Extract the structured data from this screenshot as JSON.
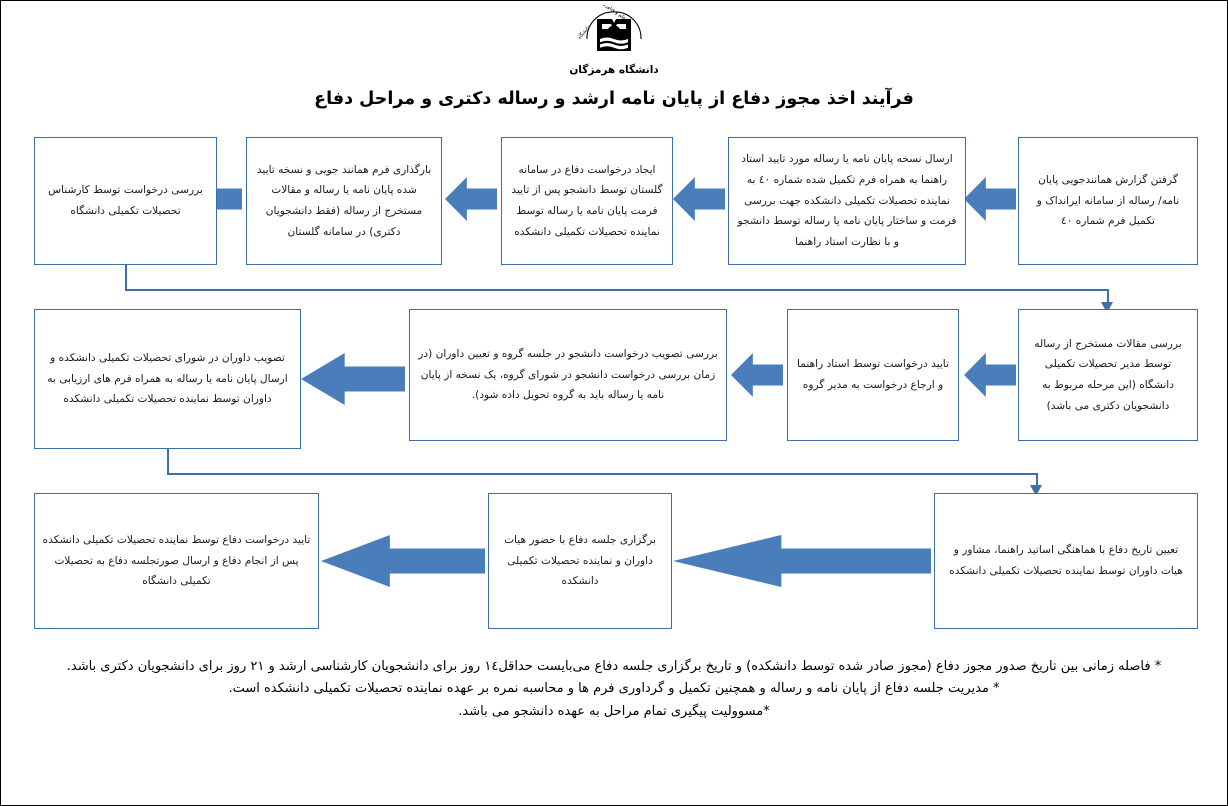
{
  "header": {
    "logo_icon": "university-book-emblem",
    "university_name": "دانشگاه هرمزگان",
    "title": "فرآیند اخذ مجوز دفاع از پایان نامه ارشد و رساله دکتری و مراحل دفاع"
  },
  "colors": {
    "box_border": "#3e6fa8",
    "arrow_fill": "#4a7ebb",
    "connector": "#3e6fa8",
    "text": "#1a1a1a",
    "background": "#ffffff"
  },
  "flow": {
    "rows": [
      {
        "row": 1,
        "steps": [
          {
            "id": "step-1",
            "text": "گرفتن گزارش همانندجویی  پایان نامه/ رساله از سامانه ایرانداک و تکمیل فرم شماره ٤٠"
          },
          {
            "id": "step-2",
            "text": "ارسال نسخه پایان نامه یا رساله مورد تایید استاد راهنما به همراه فرم تکمیل شده شماره ٤٠ به نماینده تحصیلات تکمیلی دانشکده جهت بررسی فرمت و ساختار پایان نامه یا رساله توسط دانشجو و با نظارت استاد راهنما"
          },
          {
            "id": "step-3",
            "text": "ایجاد درخواست دفاع در سامانه گلستان توسط دانشجو پس از تایید فرمت پایان نامه یا رساله توسط نماینده تحصیلات تکمیلی دانشکده"
          },
          {
            "id": "step-4",
            "text": "بارگذاری فرم همانند جویی و نسخه تایید شده پایان نامه یا رساله و مقالات مستخرج از رساله (فقط دانشجویان دکتری) در سامانه گلستان"
          },
          {
            "id": "step-5",
            "text": "بررسی درخواست توسط کارشناس تحصیلات تکمیلی دانشگاه"
          }
        ]
      },
      {
        "row": 2,
        "steps": [
          {
            "id": "step-6",
            "text": "بررسی مقالات مستخرج از رساله توسط مدیر تحصیلات تکمیلی دانشگاه (این مرحله مربوط به دانشجویان دکتری می باشد)"
          },
          {
            "id": "step-7",
            "text": "تایید درخواست توسط استاد راهنما و ارجاع درخواست به مدیر گروه"
          },
          {
            "id": "step-8",
            "text": "بررسی تصویب درخواست دانشجو در جلسه گروه و تعیین داوران (در زمان بررسی درخواست دانشجو در شورای گروه، یک نسخه از پایان نامه یا رساله باید به گروه تحویل داده شود)."
          },
          {
            "id": "step-9",
            "text": "تصویب داوران در شورای تحصیلات تکمیلی دانشکده و ارسال پایان نامه یا رساله به همراه فرم های ارزیابی به داوران توسط نماینده تحصیلات تکمیلی دانشکده"
          }
        ]
      },
      {
        "row": 3,
        "steps": [
          {
            "id": "step-10",
            "text": "تعیین تاریخ دفاع با هماهنگی اساتید راهنما، مشاور و هیات داوران توسط نماینده تحصیلات تکمیلی دانشکده"
          },
          {
            "id": "step-11",
            "text": "برگزاری جلسه دفاع با حضور هیات داوران و نماینده تحصیلات تکمیلی دانشکده"
          },
          {
            "id": "step-12",
            "text": "تایید درخواست دفاع توسط نماینده تحصیلات تکمیلی دانشکده پس از انجام دفاع و ارسال صورتجلسه دفاع به تحصیلات تکمیلی دانشگاه"
          }
        ]
      }
    ],
    "arrow_icons": [
      "arrow-left-icon",
      "arrow-left-icon",
      "arrow-left-icon",
      "arrow-left-icon",
      "arrow-left-icon",
      "arrow-left-icon",
      "arrow-left-icon",
      "arrow-left-icon",
      "arrow-left-icon"
    ]
  },
  "notes": [
    "* فاصله زمانی بین تاریخ صدور مجوز دفاع (مجوز صادر شده توسط دانشکده) و تاریخ برگزاری جلسه دفاع می‌بایست حداقل١٤ روز برای دانشجویان کارشناسی ارشد و ٢١ روز برای دانشجویان دکتری باشد.",
    "* مدیریت جلسه دفاع از پایان نامه و رساله و همچنین تکمیل و گرداوری فرم ها و محاسبه نمره بر عهده نماینده تحصیلات تکمیلی دانشکده است.",
    "*مسوولیت پیگیری تمام مراحل به عهده دانشجو می باشد."
  ]
}
